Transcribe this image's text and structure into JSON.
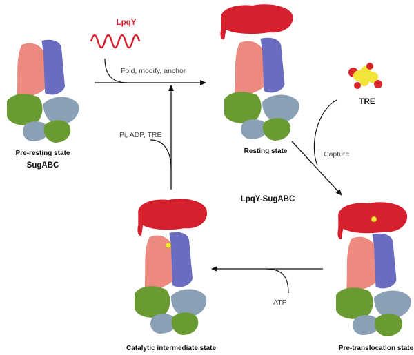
{
  "labels": {
    "lpqy": "LpqY",
    "fold": "Fold, modify, anchor",
    "pre_resting": "Pre-resting state",
    "sugabc": "SugABC",
    "resting": "Resting state",
    "tre": "TRE",
    "capture": "Capture",
    "complex_name": "LpqY-SugABC",
    "pi_adp_tre": "Pi, ADP, TRE",
    "atp": "ATP",
    "catalytic": "Catalytic intermediate state",
    "pre_translocation": "Pre-translocation state"
  },
  "colors": {
    "lpqy": "#d6202e",
    "sugA_salmon": "#ec8a7f",
    "sugB_blue": "#6a6cc0",
    "sugC_green": "#6a9a32",
    "sugC_gray": "#8aa0b4",
    "tre_yellow": "#f2e43a",
    "tre_red": "#d8252a"
  }
}
